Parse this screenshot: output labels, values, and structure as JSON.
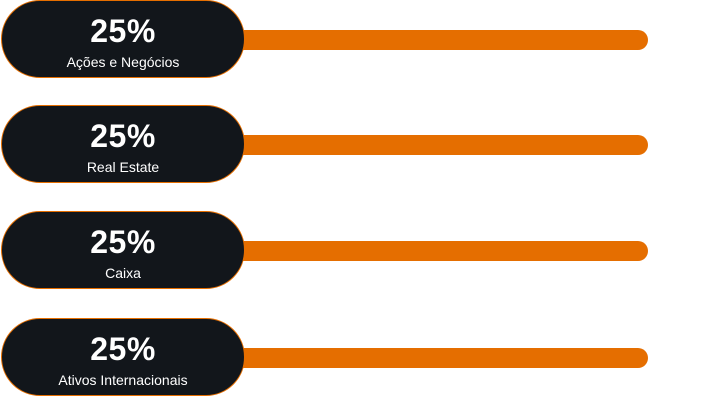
{
  "colors": {
    "accent": "#e56e00",
    "pill_background": "#12161b",
    "text": "#ffffff"
  },
  "allocations": [
    {
      "percent": "25%",
      "label": "Ações e Negócios",
      "value": 25
    },
    {
      "percent": "25%",
      "label": "Real Estate",
      "value": 25
    },
    {
      "percent": "25%",
      "label": "Caixa",
      "value": 25
    },
    {
      "percent": "25%",
      "label": "Ativos Internacionais",
      "value": 25
    }
  ]
}
